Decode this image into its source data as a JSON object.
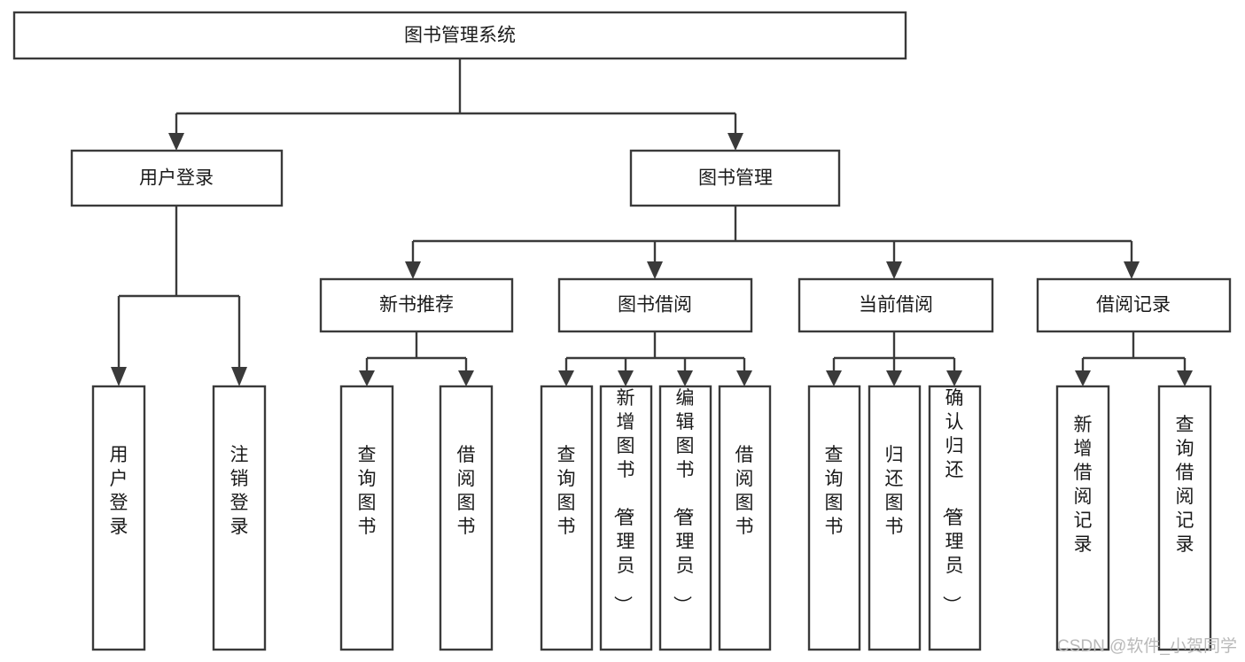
{
  "diagram": {
    "title": "图书管理系统",
    "type": "tree",
    "orientation": "top-down",
    "colors": {
      "box_fill": "#ffffff",
      "box_stroke": "#3a3a3a",
      "text": "#1a1a1a",
      "background": "#ffffff",
      "watermark": "#b9b9b9"
    },
    "root": {
      "label": "图书管理系统"
    },
    "level2": [
      {
        "label": "用户登录"
      },
      {
        "label": "图书管理"
      }
    ],
    "level3": [
      {
        "label": "新书推荐"
      },
      {
        "label": "图书借阅"
      },
      {
        "label": "当前借阅"
      },
      {
        "label": "借阅记录"
      }
    ],
    "leaves_user_login": [
      {
        "label": "用户登录"
      },
      {
        "label": "注销登录"
      }
    ],
    "leaves_new_book": [
      {
        "label": "查询图书"
      },
      {
        "label": "借阅图书"
      }
    ],
    "leaves_book_borrow": [
      {
        "label": "查询图书"
      },
      {
        "label": "新增图书（管理员）"
      },
      {
        "label": "编辑图书（管理员）"
      },
      {
        "label": "借阅图书"
      }
    ],
    "leaves_current_borrow": [
      {
        "label": "查询图书"
      },
      {
        "label": "归还图书"
      },
      {
        "label": "确认归还（管理员）"
      }
    ],
    "leaves_borrow_record": [
      {
        "label": "新增借阅记录"
      },
      {
        "label": "查询借阅记录"
      }
    ]
  },
  "watermark": {
    "text": "CSDN @软件_小贺同学"
  }
}
